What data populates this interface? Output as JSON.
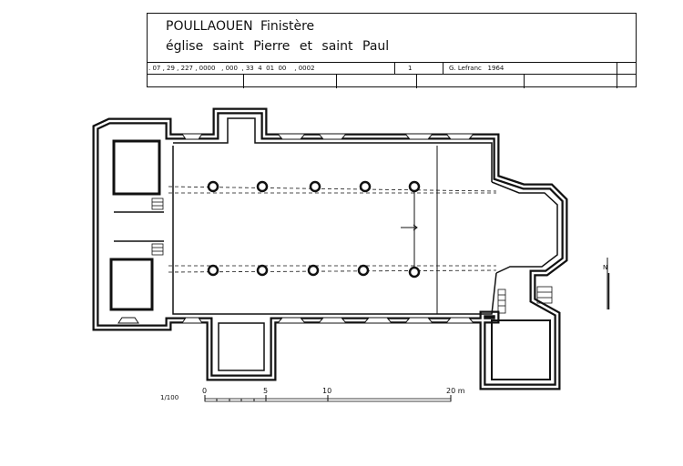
{
  "title_block": {
    "commune": "POULLAOUEN",
    "department": "Finistère",
    "building": "église saint Pierre et saint Paul",
    "code": ". 07 , 29 , 227 , 0000   , 000  , 33  4  01  00    , 0002",
    "sheet": "1",
    "author_date": "G. Lefranc   1964"
  },
  "scale": {
    "ratio": "1/100",
    "ticks": [
      "0",
      "5",
      "10",
      "20 m"
    ]
  },
  "north_label": "N"
}
